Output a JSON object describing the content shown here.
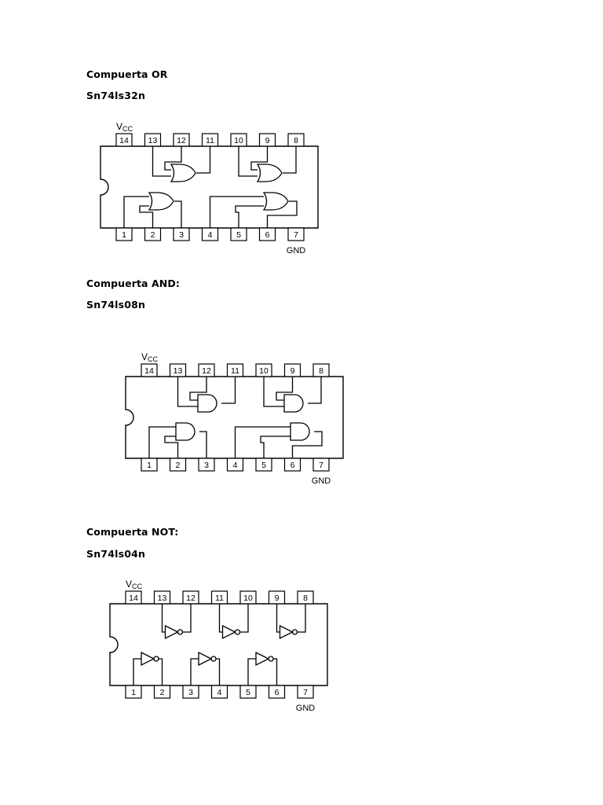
{
  "sections": [
    {
      "title": "Compuerta OR",
      "part": "Sn74ls32n",
      "gate": "or",
      "top_pins": [
        "14",
        "13",
        "12",
        "11",
        "10",
        "9",
        "8"
      ],
      "bottom_pins": [
        "1",
        "2",
        "3",
        "4",
        "5",
        "6",
        "7"
      ],
      "vcc": "V",
      "vcc_sub": "CC",
      "gnd": "GND"
    },
    {
      "title": "Compuerta AND:",
      "part": "Sn74ls08n",
      "gate": "and",
      "top_pins": [
        "14",
        "13",
        "12",
        "11",
        "10",
        "9",
        "8"
      ],
      "bottom_pins": [
        "1",
        "2",
        "3",
        "4",
        "5",
        "6",
        "7"
      ],
      "vcc": "V",
      "vcc_sub": "CC",
      "gnd": "GND"
    },
    {
      "title": "Compuerta NOT:",
      "part": "Sn74ls04n",
      "gate": "not",
      "top_pins": [
        "14",
        "13",
        "12",
        "11",
        "10",
        "9",
        "8"
      ],
      "bottom_pins": [
        "1",
        "2",
        "3",
        "4",
        "5",
        "6",
        "7"
      ],
      "vcc": "V",
      "vcc_sub": "CC",
      "gnd": "GND"
    }
  ]
}
